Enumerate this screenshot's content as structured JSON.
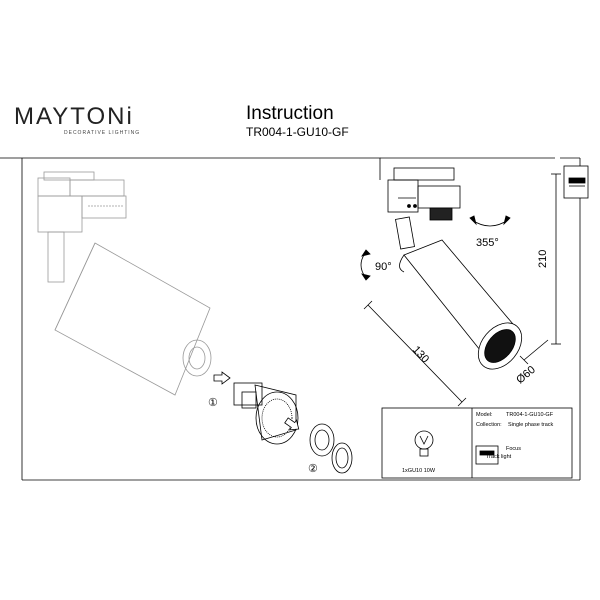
{
  "header": {
    "brand": "MAYTONi",
    "brand_tagline": "DECORATIVE LIGHTING",
    "title": "Instruction",
    "model_code": "TR004-1-GU10-GF"
  },
  "diagram": {
    "angle_tilt": "90°",
    "angle_rotate": "355°",
    "dim_height": "210",
    "dim_length": "130",
    "dim_diameter": "Ø60",
    "step1": "①",
    "step2": "②"
  },
  "spec": {
    "bulb_label": "1xGU10 10W",
    "model_label": "Model:",
    "model_value": "TR004-1-GU10-GF",
    "collection_label": "Collection:",
    "collection_value": "Single phase track",
    "series_line1": "Focus",
    "series_line2": "Track light"
  }
}
